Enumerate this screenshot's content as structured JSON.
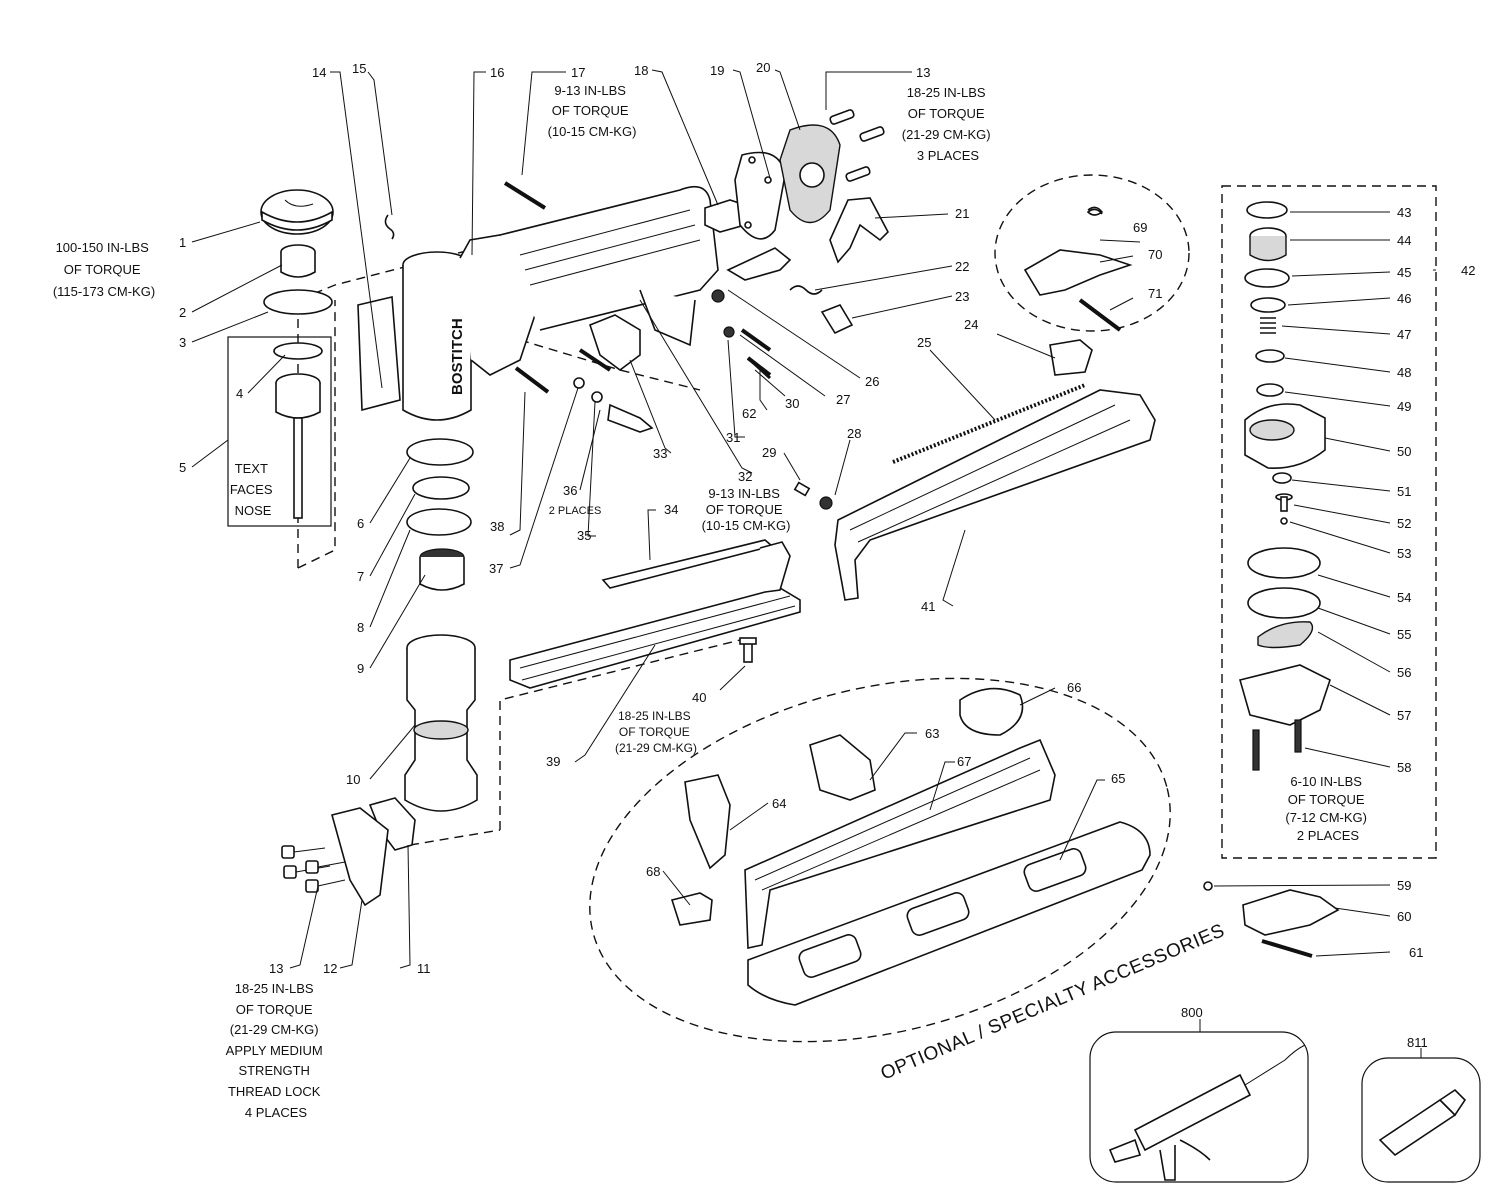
{
  "brand": "BOSTITCH",
  "callouts": {
    "p1": "1",
    "p2": "2",
    "p3": "3",
    "p4": "4",
    "p5": "5",
    "p6": "6",
    "p7": "7",
    "p8": "8",
    "p9": "9",
    "p10": "10",
    "p11": "11",
    "p12": "12",
    "p13a": "13",
    "p13b": "13",
    "p14": "14",
    "p15": "15",
    "p16": "16",
    "p17": "17",
    "p18": "18",
    "p19": "19",
    "p20": "20",
    "p21": "21",
    "p22": "22",
    "p23": "23",
    "p24": "24",
    "p25": "25",
    "p26": "26",
    "p27": "27",
    "p28": "28",
    "p29": "29",
    "p30": "30",
    "p31": "31",
    "p32": "32",
    "p33": "33",
    "p34": "34",
    "p35": "35",
    "p36": "36",
    "p37": "37",
    "p38": "38",
    "p39": "39",
    "p40": "40",
    "p41": "41",
    "p42": "42",
    "p43": "43",
    "p44": "44",
    "p45": "45",
    "p46": "46",
    "p47": "47",
    "p48": "48",
    "p49": "49",
    "p50": "50",
    "p51": "51",
    "p52": "52",
    "p53": "53",
    "p54": "54",
    "p55": "55",
    "p56": "56",
    "p57": "57",
    "p58": "58",
    "p59": "59",
    "p60": "60",
    "p61": "61",
    "p62": "62",
    "p63": "63",
    "p64": "64",
    "p65": "65",
    "p66": "66",
    "p67": "67",
    "p68": "68",
    "p69": "69",
    "p70": "70",
    "p71": "71",
    "p800": "800",
    "p811": "811"
  },
  "notes": {
    "torque_1": [
      "100-150 IN-LBS",
      "OF TORQUE",
      "(115-173 CM-KG)"
    ],
    "torque_17": [
      "9-13 IN-LBS",
      "OF TORQUE",
      "(10-15 CM-KG)"
    ],
    "torque_13_top": [
      "18-25 IN-LBS",
      "OF TORQUE",
      "(21-29 CM-KG)",
      "3 PLACES"
    ],
    "text_faces_nose": [
      "TEXT",
      "FACES",
      "NOSE"
    ],
    "places_36": "2 PLACES",
    "torque_32": [
      "9-13 IN-LBS",
      "OF TORQUE",
      "(10-15 CM-KG)"
    ],
    "torque_40": [
      "18-25 IN-LBS",
      "OF TORQUE",
      "(21-29 CM-KG)"
    ],
    "torque_58": [
      "6-10 IN-LBS",
      "OF TORQUE",
      "(7-12 CM-KG)",
      "2 PLACES"
    ],
    "torque_13_bottom": [
      "18-25 IN-LBS",
      "OF TORQUE",
      "(21-29 CM-KG)",
      "APPLY MEDIUM",
      "STRENGTH",
      "THREAD LOCK",
      "4 PLACES"
    ],
    "accessories_caption": "OPTIONAL / SPECIALTY ACCESSORIES"
  }
}
